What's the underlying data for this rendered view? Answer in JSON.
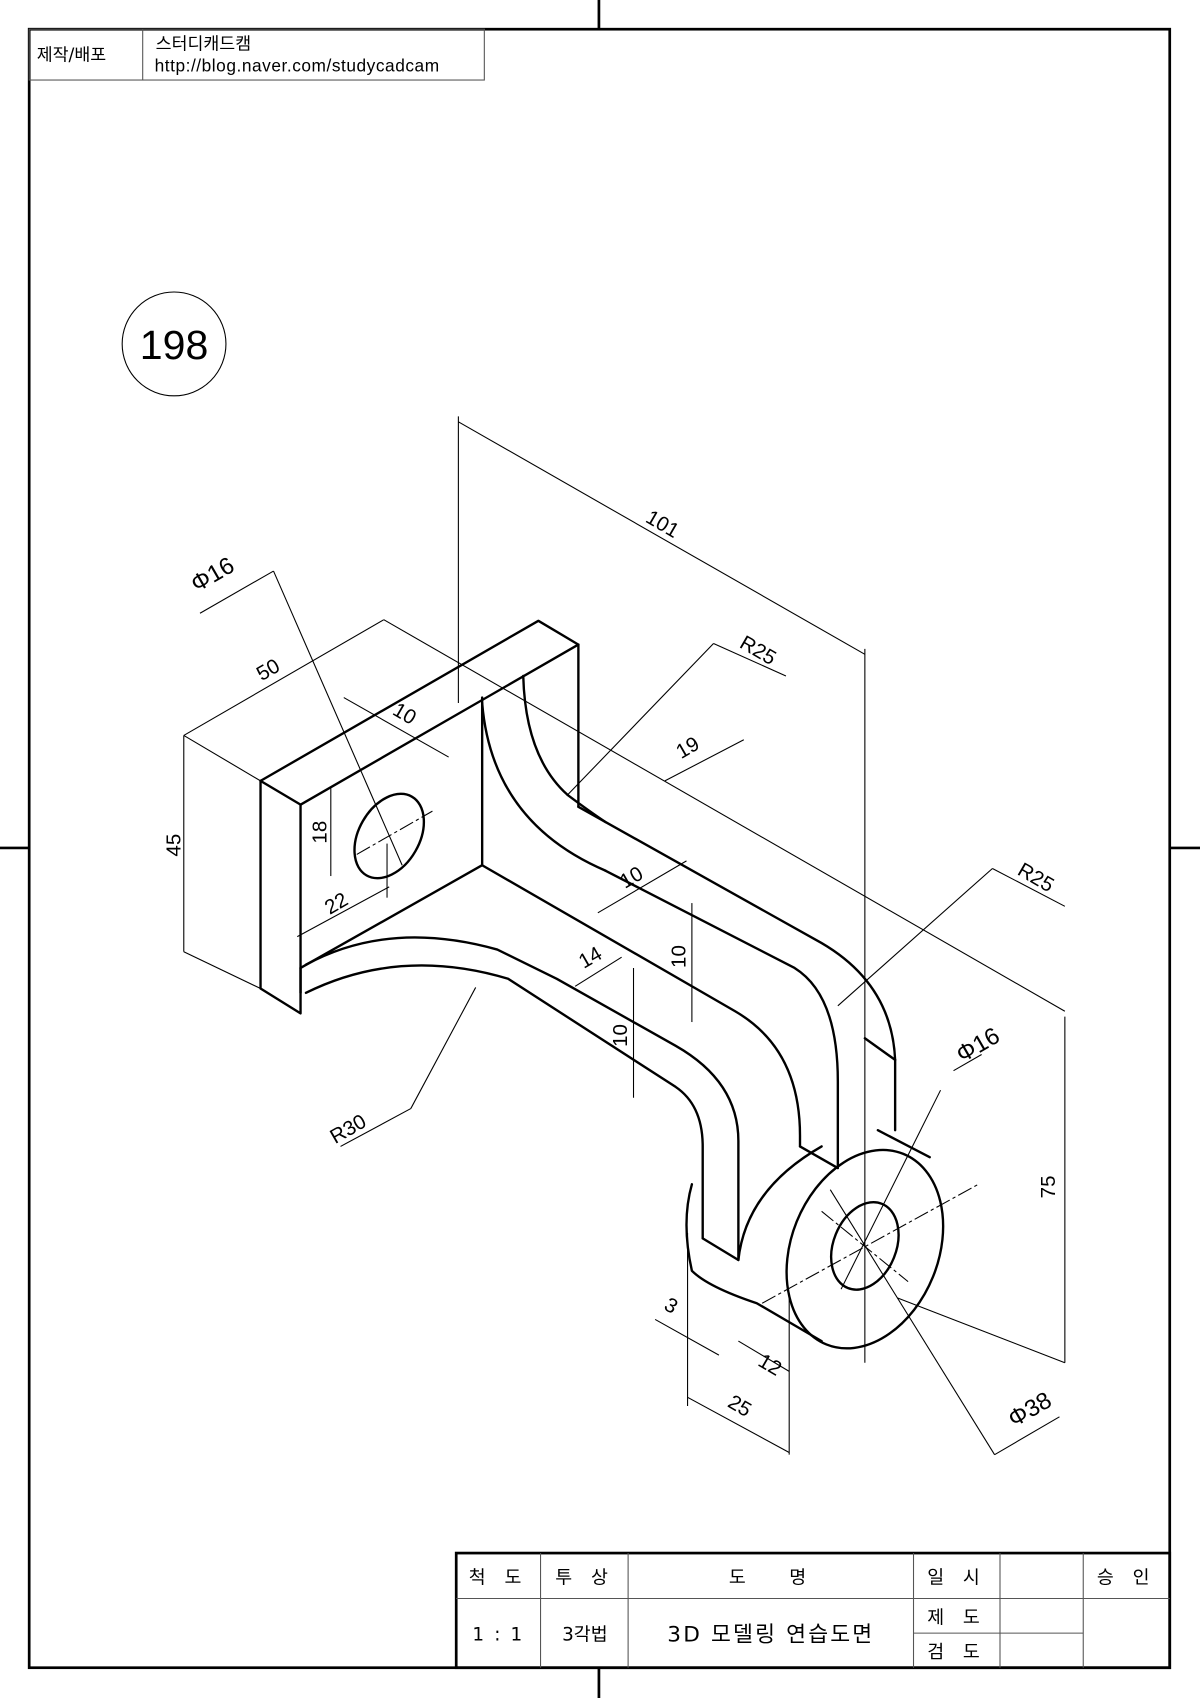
{
  "header": {
    "label": "제작/배포",
    "author": "스터디캐드캠",
    "url": "http://blog.naver.com/studycadcam"
  },
  "drawing_number": "198",
  "dimensions": {
    "d101": "101",
    "phi16_top": "Φ16",
    "d50": "50",
    "d10_plate": "10",
    "r25_top": "R25",
    "d19": "19",
    "d45": "45",
    "d18": "18",
    "d22": "22",
    "d10_web": "10",
    "d10_vert_a": "10",
    "d14": "14",
    "d10_vert_b": "10",
    "r30": "R30",
    "r25_right": "R25",
    "phi16_boss": "Φ16",
    "d75": "75",
    "d3": "3",
    "d12": "12",
    "d25": "25",
    "phi38": "Φ38"
  },
  "title_block": {
    "scale_label": "척 도",
    "projection_label": "투 상",
    "name_label": "도   명",
    "date_label": "일 시",
    "approval_label": "승 인",
    "scale_value": "1 : 1",
    "projection_value": "3각법",
    "drawing_name": "3D 모델링 연습도면",
    "drafted_label": "제 도",
    "checked_label": "검 도"
  }
}
